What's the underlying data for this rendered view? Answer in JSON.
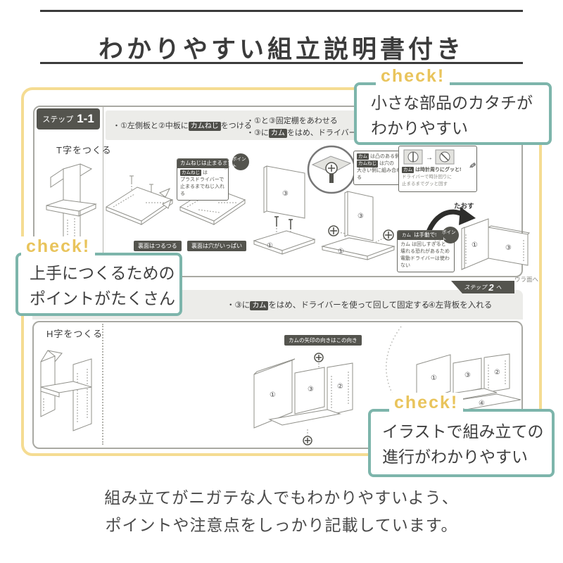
{
  "header": {
    "title": "わかりやすい組立説明書付き"
  },
  "colors": {
    "frame_yellow": "#f5dc92",
    "check_teal": "#7db5ab",
    "check_yellow": "#e9c45c",
    "ink": "#3b3b3b",
    "manual_dark": "#54544e"
  },
  "icons": {
    "hand": "☝",
    "pencil": "✎",
    "arrow_right": "→"
  },
  "checks": [
    {
      "label": "check!",
      "line1": "小さな部品のカタチが",
      "line2": "わかりやすい"
    },
    {
      "label": "check!",
      "line1": "上手につくるための",
      "line2": "ポイントがたくさん"
    },
    {
      "label": "check!",
      "line1": "イラストで組み立ての",
      "line2": "進行がわかりやすい"
    }
  ],
  "manual": {
    "step_badge": {
      "prefix": "ステップ",
      "num": "1-1"
    },
    "step2_banner": {
      "prefix": "ステップ",
      "num": "2",
      "suffix": "へ"
    },
    "ura_label": "ウラ面へ",
    "nums": {
      "n1": "①",
      "n2": "②",
      "n3": "③",
      "n4": "④"
    },
    "row1": {
      "shape_label": "T字をつくる",
      "inst_a": {
        "pre": "・①左側板と②中板に",
        "hl": "カムねじ",
        "post": "をつける"
      },
      "inst_b1": "・①と③固定棚をあわせる",
      "inst_b2": {
        "pre": "・③に",
        "hl": "カム",
        "post": "をはめ、ドライバーを使って回して固定する"
      },
      "tag_smooth": "裏面はつるつる",
      "tag_holes": "裏面は穴がいっぱい",
      "point1": {
        "title": "カムねじは止まるまで",
        "badge": "ポイント",
        "l1_chip": "カムねじ",
        "l1_text": " は",
        "l2": "プラスドライバーで",
        "l3": "止まるまでねじ入れる"
      },
      "noteA": {
        "l1_chip": "カム",
        "l1_text": " は凸のある側",
        "l2_chip": "カムねじ",
        "l2_text": " は穴の",
        "l3": "大きい側に組み合わせる"
      },
      "noteB": {
        "chip": "カム",
        "title": " は時計周りにグッと!",
        "l1": "ドライバーで時計回りに",
        "l2": "止まるまでグッと回す"
      },
      "noteC": {
        "chip": "カム",
        "title": " は手動で!",
        "badge": "ポイント",
        "l1": "カム は回しすぎると",
        "l2": "壊れる恐れがあるため",
        "l3": "電動ドライバーは使わない"
      },
      "arrow_label": "たおす"
    },
    "row2": {
      "shape_label": "H字をつくる",
      "inst_a": {
        "pre": "・③に",
        "hl": "カム",
        "post": "をはめ、ドライバーを使って回して固定する"
      },
      "inst_b": "・④左背板を入れる",
      "cam_tag": "カムの矢印の向きはこの向き"
    }
  },
  "caption": {
    "line1": "組み立てがニガテな人でもわかりやすいよう、",
    "line2": "ポイントや注意点をしっかり記載しています。"
  }
}
